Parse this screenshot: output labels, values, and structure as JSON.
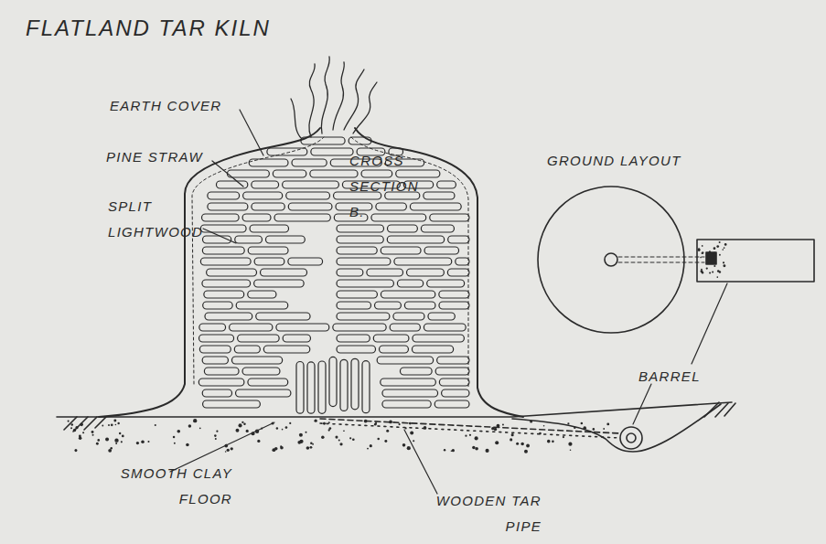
{
  "diagram": {
    "title": "FLATLAND TAR KILN",
    "labels": [
      "EARTH COVER",
      "PINE STRAW",
      "SPLIT LIGHTWOOD",
      "CROSS SECTION B.",
      "GROUND LAYOUT",
      "BARREL",
      "SMOOTH CLAY FLOOR",
      "WOODEN TAR PIPE"
    ]
  }
}
